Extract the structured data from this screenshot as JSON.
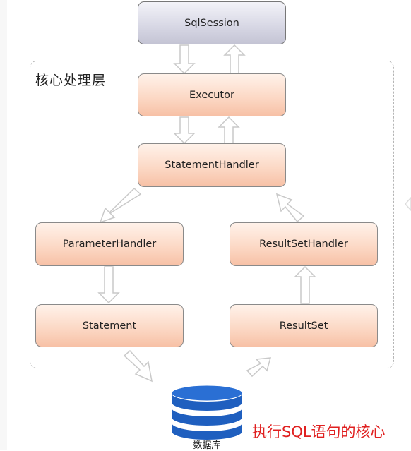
{
  "region": {
    "title": "核心处理层"
  },
  "boxes": {
    "sql_session": "SqlSession",
    "executor": "Executor",
    "statement_handler": "StatementHandler",
    "parameter_handler": "ParameterHandler",
    "result_set_handler": "ResultSetHandler",
    "statement": "Statement",
    "result_set": "ResultSet"
  },
  "database": {
    "label": "数据库",
    "icon": "database-icon",
    "color": "#1f5fbf"
  },
  "caption": "执行SQL语句的核心",
  "colors": {
    "box_fill": "#fcd9c6",
    "session_fill": "#d9d9e6",
    "arrow_stroke": "#cccccc",
    "caption": "#e02020"
  }
}
